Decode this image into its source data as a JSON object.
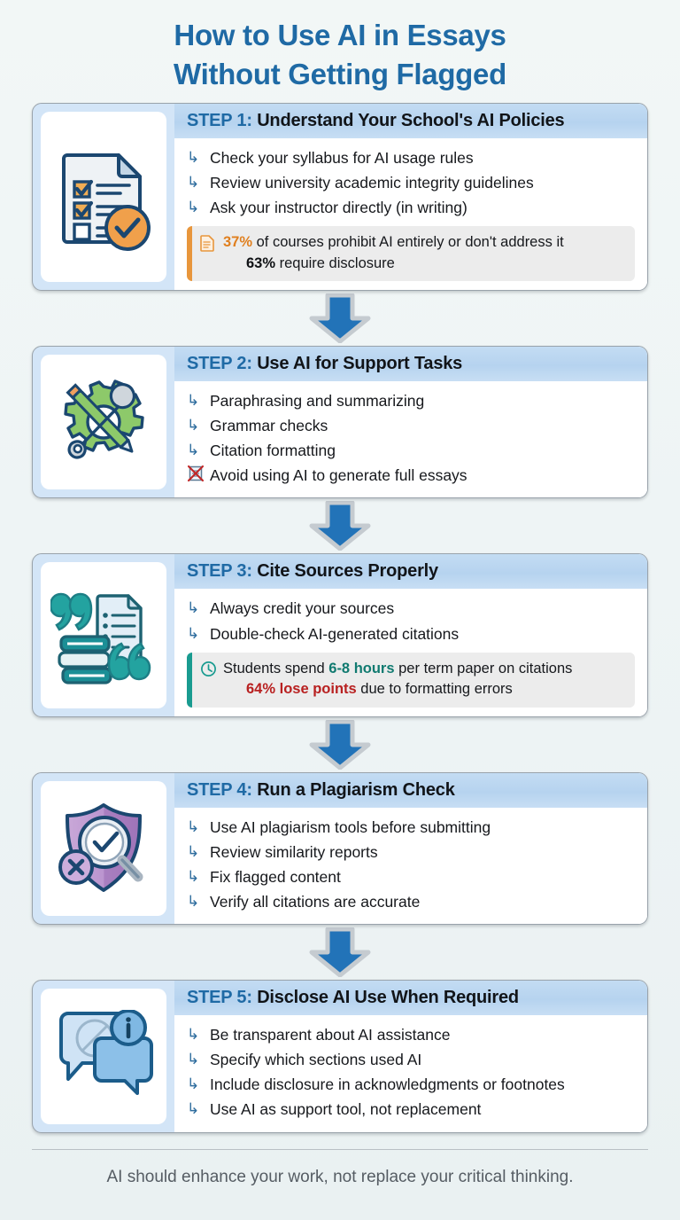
{
  "title": {
    "line1": "How to Use AI in Essays",
    "line2": "Without Getting Flagged"
  },
  "colors": {
    "accent_blue": "#1f6aa5",
    "header_band": "#b6d3ef",
    "card_bg": "#d3e5f7",
    "page_bg": "#eef4f4",
    "orange": "#e07f1e",
    "teal": "#107a70",
    "red": "#b82020",
    "arrow_blue": "#2273b8"
  },
  "steps": [
    {
      "label": "STEP 1:",
      "title": "Understand Your School's AI Policies",
      "icon": "checklist-document-icon",
      "bullets": [
        {
          "glyph": "arrow-bullet-icon",
          "text": "Check your syllabus for AI usage rules",
          "negative": false
        },
        {
          "glyph": "arrow-bullet-icon",
          "text": "Review university academic integrity guidelines",
          "negative": false
        },
        {
          "glyph": "arrow-bullet-icon",
          "text": "Ask your instructor directly (in writing)",
          "negative": false
        }
      ],
      "stat": {
        "accent": "orange",
        "icon": "document-stat-icon",
        "line1_highlight": "37%",
        "line1_rest": " of courses prohibit AI entirely or don't address it",
        "line2_highlight": "63%",
        "line2_rest": " require disclosure"
      }
    },
    {
      "label": "STEP 2:",
      "title": "Use AI for Support Tasks",
      "icon": "gear-wrench-pencil-icon",
      "bullets": [
        {
          "glyph": "arrow-bullet-icon",
          "text": "Paraphrasing and summarizing",
          "negative": false
        },
        {
          "glyph": "arrow-bullet-icon",
          "text": "Grammar checks",
          "negative": false
        },
        {
          "glyph": "arrow-bullet-icon",
          "text": "Citation formatting",
          "negative": false
        },
        {
          "glyph": "crossed-box-icon",
          "text": "Avoid using AI to generate full essays",
          "negative": true
        }
      ],
      "stat": null
    },
    {
      "label": "STEP 3:",
      "title": "Cite Sources Properly",
      "icon": "quotes-books-document-icon",
      "bullets": [
        {
          "glyph": "arrow-bullet-icon",
          "text": "Always credit your sources",
          "negative": false
        },
        {
          "glyph": "arrow-bullet-icon",
          "text": "Double-check AI-generated citations",
          "negative": false
        }
      ],
      "stat": {
        "accent": "teal",
        "icon": "clock-stat-icon",
        "line1_pre": "Students spend ",
        "line1_highlight": "6-8 hours",
        "line1_rest": " per term paper on citations",
        "line2_highlight": "64% lose points",
        "line2_rest": " due to formatting errors"
      }
    },
    {
      "label": "STEP 4:",
      "title": "Run a Plagiarism Check",
      "icon": "shield-magnifier-icon",
      "bullets": [
        {
          "glyph": "arrow-bullet-icon",
          "text": "Use AI plagiarism tools before submitting",
          "negative": false
        },
        {
          "glyph": "arrow-bullet-icon",
          "text": "Review similarity reports",
          "negative": false
        },
        {
          "glyph": "arrow-bullet-icon",
          "text": "Fix flagged content",
          "negative": false
        },
        {
          "glyph": "arrow-bullet-icon",
          "text": "Verify all citations are accurate",
          "negative": false
        }
      ],
      "stat": null
    },
    {
      "label": "STEP 5:",
      "title": "Disclose AI Use When Required",
      "icon": "chat-bubbles-info-icon",
      "bullets": [
        {
          "glyph": "arrow-bullet-icon",
          "text": "Be transparent about AI assistance",
          "negative": false
        },
        {
          "glyph": "arrow-bullet-icon",
          "text": "Specify which sections used AI",
          "negative": false
        },
        {
          "glyph": "arrow-bullet-icon",
          "text": "Include disclosure in acknowledgments or footnotes",
          "negative": false
        },
        {
          "glyph": "arrow-bullet-icon",
          "text": "Use AI as support tool, not replacement",
          "negative": false
        }
      ],
      "stat": null
    }
  ],
  "footer": {
    "text": "AI should enhance your work, not replace your critical thinking."
  }
}
